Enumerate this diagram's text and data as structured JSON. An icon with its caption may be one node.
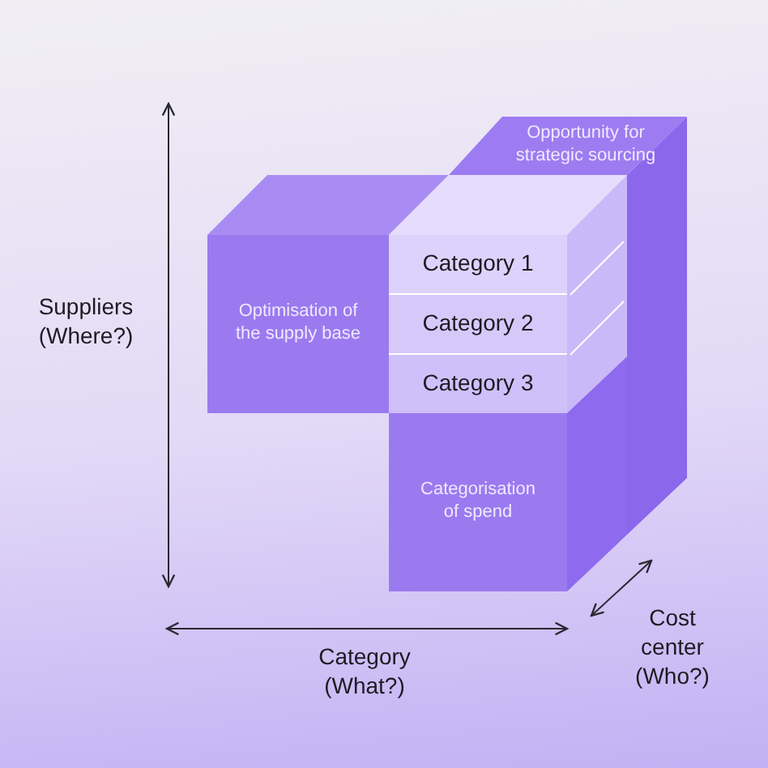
{
  "diagram": {
    "nodes": [
      {
        "text": [
          "Opportunity for strategic sourcing"
        ]
      },
      {
        "text": [
          "Optimisation of the supply base"
        ]
      },
      {
        "text": [
          "Category 1"
        ]
      },
      {
        "text": [
          "Category 2"
        ]
      },
      {
        "text": [
          "Category 3"
        ]
      },
      {
        "text": [
          "Categorisation of spend"
        ]
      }
    ],
    "labels": [
      "Suppliers (Where?)",
      "Cost center (Who?)",
      "Category (What?)"
    ]
  }
}
